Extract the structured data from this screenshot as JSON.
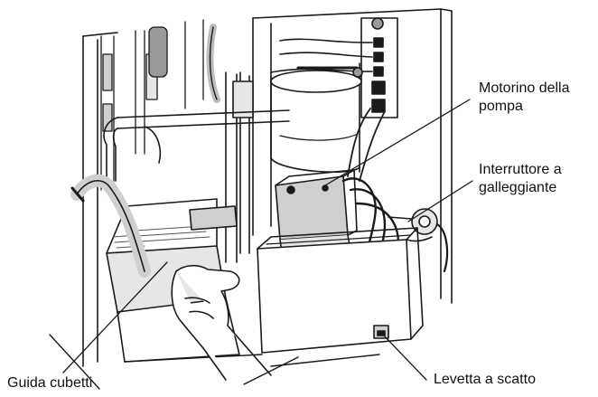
{
  "labels": {
    "pump_motor": [
      "Motorino della",
      "pompa"
    ],
    "float_switch": [
      "Interruttore a",
      "galleggiante"
    ],
    "cube_guide": "Guida cubetti",
    "snap_lever": "Levetta a scatto"
  },
  "colors": {
    "line": "#1a1a1a",
    "fill_light": "#e6e6e6",
    "fill_mid": "#cfcfcf",
    "fill_dark": "#9a9a9a",
    "background": "#ffffff"
  }
}
